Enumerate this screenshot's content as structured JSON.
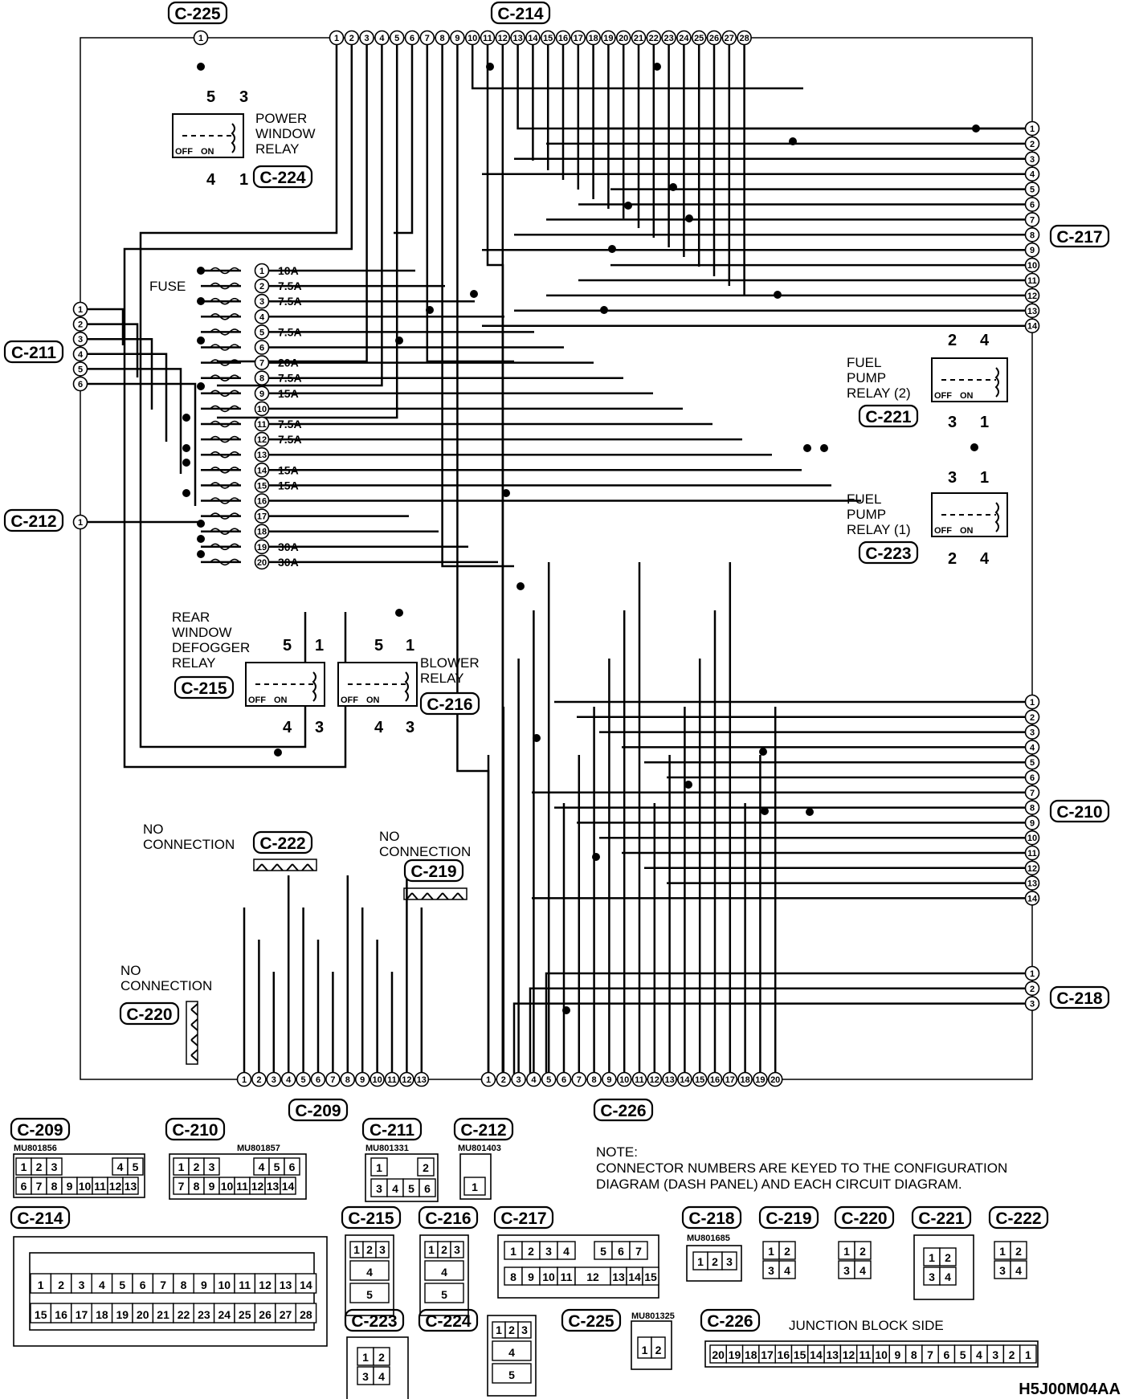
{
  "connectors": {
    "c225": "C-225",
    "c214": "C-214",
    "c211": "C-211",
    "c212": "C-212",
    "c217": "C-217",
    "c210": "C-210",
    "c218": "C-218",
    "c209": "C-209",
    "c226": "C-226",
    "c224": "C-224",
    "c221": "C-221",
    "c223": "C-223",
    "c215": "C-215",
    "c216": "C-216",
    "c222": "C-222",
    "c219": "C-219",
    "c220": "C-220"
  },
  "labels": {
    "power_window_relay": [
      "POWER",
      "WINDOW",
      "RELAY"
    ],
    "fuse": "FUSE",
    "fuel_pump_relay_2": [
      "FUEL",
      "PUMP",
      "RELAY (2)"
    ],
    "fuel_pump_relay_1": [
      "FUEL",
      "PUMP",
      "RELAY (1)"
    ],
    "rear_window_defogger_relay": [
      "REAR",
      "WINDOW",
      "DEFOGGER",
      "RELAY"
    ],
    "blower_relay": [
      "BLOWER",
      "RELAY"
    ],
    "no_connection": [
      "NO",
      "CONNECTION"
    ],
    "off": "OFF",
    "on": "ON"
  },
  "fuses": [
    {
      "n": "1",
      "a": "10A"
    },
    {
      "n": "2",
      "a": "7.5A"
    },
    {
      "n": "3",
      "a": "7.5A"
    },
    {
      "n": "4",
      "a": ""
    },
    {
      "n": "5",
      "a": "7.5A"
    },
    {
      "n": "6",
      "a": ""
    },
    {
      "n": "7",
      "a": "20A"
    },
    {
      "n": "8",
      "a": "7.5A"
    },
    {
      "n": "9",
      "a": "15A"
    },
    {
      "n": "10",
      "a": ""
    },
    {
      "n": "11",
      "a": "7.5A"
    },
    {
      "n": "12",
      "a": "7.5A"
    },
    {
      "n": "13",
      "a": ""
    },
    {
      "n": "14",
      "a": "15A"
    },
    {
      "n": "15",
      "a": "15A"
    },
    {
      "n": "16",
      "a": ""
    },
    {
      "n": "17",
      "a": ""
    },
    {
      "n": "18",
      "a": ""
    },
    {
      "n": "19",
      "a": "30A"
    },
    {
      "n": "20",
      "a": "30A"
    }
  ],
  "relay_pins": {
    "pwr": [
      "5",
      "3",
      "4",
      "1"
    ],
    "fp2": [
      "2",
      "4",
      "3",
      "1"
    ],
    "fp1": [
      "3",
      "1",
      "2",
      "4"
    ],
    "rwd": [
      "5",
      "1",
      "4",
      "3"
    ],
    "blw": [
      "5",
      "1",
      "4",
      "3"
    ]
  },
  "part_numbers": {
    "c209": "MU801856",
    "c210": "MU801857",
    "c211": "MU801331",
    "c212": "MU801403",
    "c218": "MU801685",
    "c225": "MU801325"
  },
  "note": [
    "NOTE:",
    "CONNECTOR NUMBERS ARE KEYED TO THE CONFIGURATION",
    "DIAGRAM (DASH PANEL) AND EACH CIRCUIT DIAGRAM."
  ],
  "junction_block_side": "JUNCTION BLOCK SIDE",
  "figure_code": "H5J00M04AA",
  "views": {
    "c209": {
      "top": [
        "1",
        "2",
        "3",
        "4",
        "5"
      ],
      "bottom": [
        "6",
        "7",
        "8",
        "9",
        "10",
        "11",
        "12",
        "13"
      ]
    },
    "c210": {
      "top": [
        "1",
        "2",
        "3",
        "4",
        "5",
        "6"
      ],
      "bottom": [
        "7",
        "8",
        "9",
        "10",
        "11",
        "12",
        "13",
        "14"
      ]
    },
    "c211": {
      "top": [
        "1",
        "2"
      ],
      "bottom": [
        "3",
        "4",
        "5",
        "6"
      ]
    },
    "c212": {
      "cell": "1"
    },
    "c214": {
      "top": [
        "1",
        "2",
        "3",
        "4",
        "5",
        "6",
        "7",
        "8",
        "9",
        "10",
        "11",
        "12",
        "13",
        "14"
      ],
      "bottom": [
        "15",
        "16",
        "17",
        "18",
        "19",
        "20",
        "21",
        "22",
        "23",
        "24",
        "25",
        "26",
        "27",
        "28"
      ]
    },
    "c215": {
      "top": [
        "1",
        "2",
        "3"
      ],
      "mid": "4",
      "bot": "5"
    },
    "c216": {
      "top": [
        "1",
        "2",
        "3"
      ],
      "mid": "4",
      "bot": "5"
    },
    "c217": {
      "top": [
        "1",
        "2",
        "3",
        "4",
        "5",
        "6",
        "7"
      ],
      "bottom": [
        "8",
        "9",
        "10",
        "11",
        "12",
        "13",
        "14",
        "15"
      ]
    },
    "c218": {
      "cells": [
        "1",
        "2",
        "3"
      ]
    },
    "c219": {
      "cells": [
        "1",
        "2",
        "3",
        "4"
      ]
    },
    "c220": {
      "cells": [
        "1",
        "2",
        "3",
        "4"
      ]
    },
    "c221": {
      "cells": [
        "1",
        "2",
        "3",
        "4"
      ]
    },
    "c222": {
      "cells": [
        "1",
        "2",
        "3",
        "4"
      ]
    },
    "c223": {
      "cells": [
        "1",
        "2",
        "3",
        "4"
      ]
    },
    "c224": {
      "top": [
        "1",
        "2",
        "3"
      ],
      "mid": "4",
      "bot": "5"
    },
    "c225": {
      "cells": [
        "1",
        "2"
      ]
    },
    "c226": {
      "cells": [
        "20",
        "19",
        "18",
        "17",
        "16",
        "15",
        "14",
        "13",
        "12",
        "11",
        "10",
        "9",
        "8",
        "7",
        "6",
        "5",
        "4",
        "3",
        "2",
        "1"
      ]
    }
  }
}
